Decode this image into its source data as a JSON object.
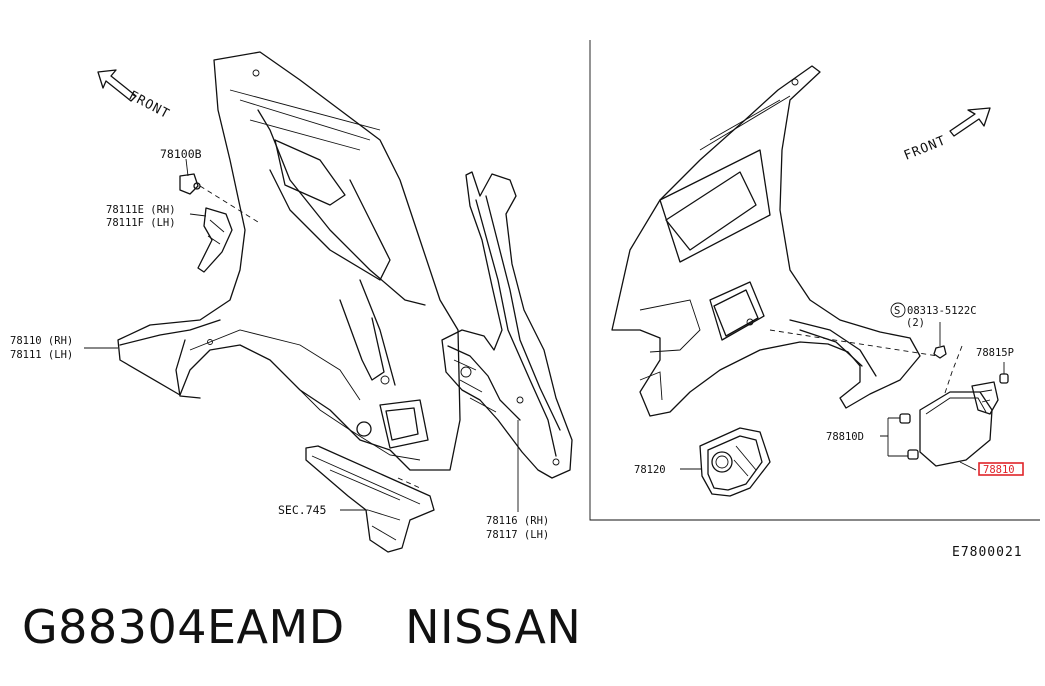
{
  "diagram": {
    "front_label_left": "FRONT",
    "front_label_right": "FRONT",
    "diagram_code": "E7800021",
    "callouts": {
      "c78100b": "78100B",
      "c78111e": "78111E (RH)",
      "c78111f": "78111F (LH)",
      "c78110": "78110 (RH)",
      "c78111": "78111 (LH)",
      "sec745": "SEC.745",
      "c78116": "78116 (RH)",
      "c78117": "78117 (LH)",
      "bolt_symbol": "S",
      "bolt": "08313-5122C",
      "bolt_qty": "(2)",
      "c78815p": "78815P",
      "c78810d": "78810D",
      "c78120": "78120",
      "c78810": "78810"
    },
    "highlight_color": "#e0242a"
  },
  "caption": {
    "part_number": "G88304EAMD",
    "brand": "NISSAN"
  }
}
